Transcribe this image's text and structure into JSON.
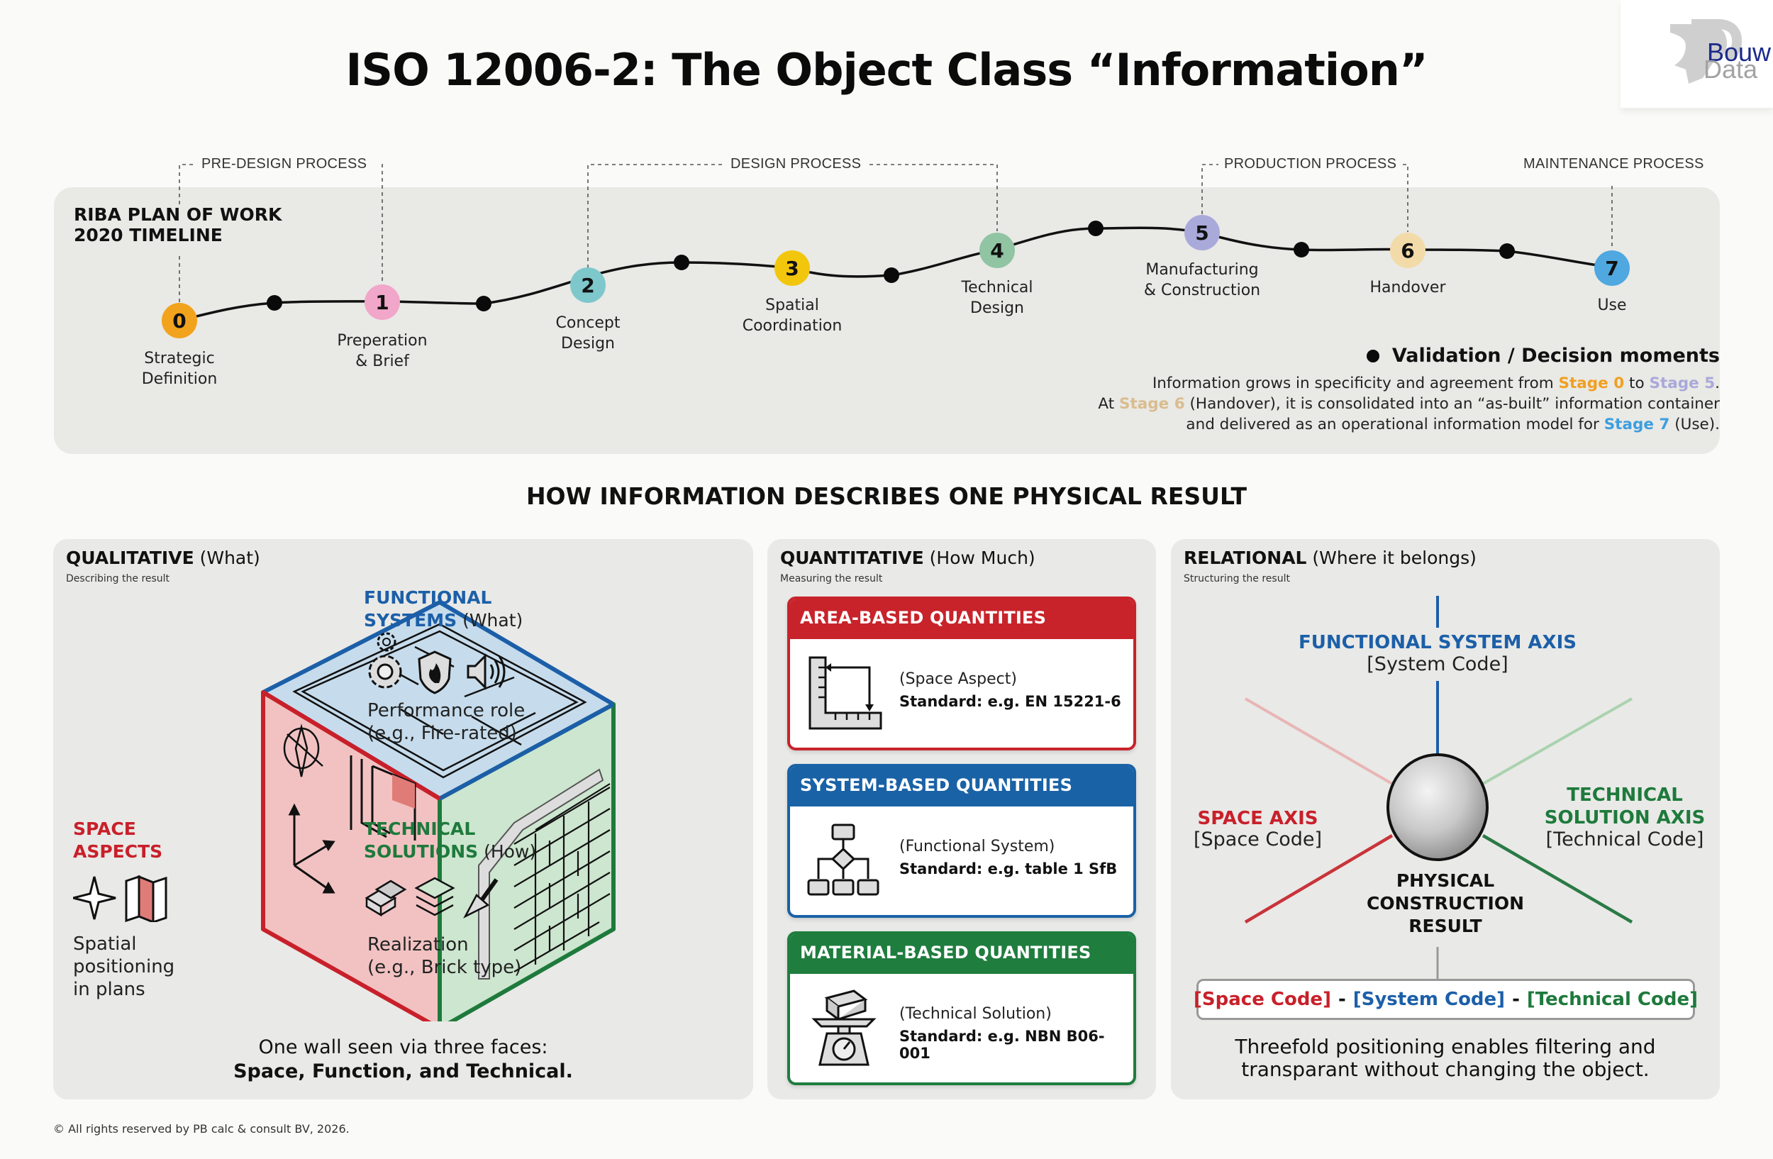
{
  "header": {
    "title": "ISO 12006-2: The Object Class “Information”",
    "logo": {
      "line1": "Bouw",
      "line2": "Data",
      "mark": "PB"
    }
  },
  "timeline": {
    "title_line1": "RIBA PLAN OF WORK",
    "title_line2": "2020 TIMELINE",
    "processes": [
      {
        "label": "PRE-DESIGN PROCESS",
        "from_stage": 0,
        "to_stage": 1
      },
      {
        "label": "DESIGN PROCESS",
        "from_stage": 2,
        "to_stage": 4
      },
      {
        "label": "PRODUCTION PROCESS",
        "from_stage": 5,
        "to_stage": 6
      },
      {
        "label": "MAINTENANCE PROCESS",
        "from_stage": 7,
        "to_stage": 7
      }
    ],
    "stages": [
      {
        "number": "0",
        "line1": "Strategic",
        "line2": "Definition",
        "color": "#f2a31d"
      },
      {
        "number": "1",
        "line1": "Preperation",
        "line2": "& Brief",
        "color": "#f1a7c9"
      },
      {
        "number": "2",
        "line1": "Concept",
        "line2": "Design",
        "color": "#7ec8cc"
      },
      {
        "number": "3",
        "line1": "Spatial",
        "line2": "Coordination",
        "color": "#f2c60c"
      },
      {
        "number": "4",
        "line1": "Technical",
        "line2": "Design",
        "color": "#90c4a2"
      },
      {
        "number": "5",
        "line1": "Manufacturing",
        "line2": "& Construction",
        "color": "#a9a9da"
      },
      {
        "number": "6",
        "line1": "Handover",
        "line2": "",
        "color": "#f2dba8"
      },
      {
        "number": "7",
        "line1": "Use",
        "line2": "",
        "color": "#4fa8df"
      }
    ],
    "legend": {
      "title": "Validation / Decision moments",
      "line1_a": "Information grows in specificity and agreement from ",
      "line1_s0": "Stage 0",
      "line1_b": " to ",
      "line1_s5": "Stage 5",
      "line1_c": ".",
      "line2_a": "At ",
      "line2_s6": "Stage 6",
      "line2_b": " (Handover), it is consolidated into an “as-built” information container",
      "line3_a": "and delivered as an operational information model for ",
      "line3_s7": "Stage 7",
      "line3_b": " (Use)."
    }
  },
  "section": {
    "heading": "HOW INFORMATION DESCRIBES ONE PHYSICAL RESULT"
  },
  "qualitative": {
    "title_bold": "QUALITATIVE",
    "title_paren": " (What)",
    "subtitle": "Describing the result",
    "functional": {
      "head1": "FUNCTIONAL",
      "head2": "SYSTEMS",
      "paren": " (What)",
      "text1": "Performance role",
      "text2": "(e.g., Fire-rated)",
      "icons": [
        "gear-icon",
        "fire-shield-icon",
        "speaker-icon"
      ]
    },
    "space": {
      "head1": "SPACE",
      "head2": "ASPECTS",
      "text1": "Spatial",
      "text2": "positioning",
      "text3": "in plans",
      "icons": [
        "compass-star-icon",
        "folded-map-icon"
      ]
    },
    "technical": {
      "head1": "TECHNICAL",
      "head2": "SOLUTIONS",
      "paren": " (How)",
      "text1": "Realization",
      "text2": "(e.g., Brick type)",
      "icons": [
        "bricks-icon",
        "layers-icon",
        "trowel-icon"
      ]
    },
    "caption_line1": "One wall seen via three faces:",
    "caption_line2": "Space, Function, and Technical.",
    "colors": {
      "space": "#c8202a",
      "functional": "#1c5fa8",
      "technical": "#1e7a3c"
    }
  },
  "quantitative": {
    "title_bold": "QUANTITATIVE",
    "title_paren": " (How Much)",
    "subtitle": "Measuring the result",
    "cards": [
      {
        "header": "AREA-BASED QUANTITIES",
        "aspect": "(Space Aspect)",
        "standard": "Standard: e.g. EN 15221-6",
        "color": "#c8232b",
        "icon": "ruler-square-icon"
      },
      {
        "header": "SYSTEM-BASED QUANTITIES",
        "aspect": "(Functional System)",
        "standard": "Standard: e.g. table 1 SfB",
        "color": "#1a62a6",
        "icon": "flowchart-icon"
      },
      {
        "header": "MATERIAL-BASED QUANTITIES",
        "aspect": "(Technical Solution)",
        "standard": "Standard: e.g. NBN B06-001",
        "color": "#1f7d3e",
        "icon": "scale-brick-icon"
      }
    ]
  },
  "relational": {
    "title_bold": "RELATIONAL",
    "title_paren": " (Where it belongs)",
    "subtitle": "Structuring the result",
    "functional_axis": {
      "label": "FUNCTIONAL SYSTEM AXIS",
      "code": "[System Code]"
    },
    "space_axis": {
      "label": "SPACE AXIS",
      "code": "[Space Code]"
    },
    "technical_axis": {
      "label1": "TECHNICAL",
      "label2": "SOLUTION AXIS",
      "code": "[Technical Code]"
    },
    "center_label": [
      "PHYSICAL",
      "CONSTRUCTION",
      "RESULT"
    ],
    "code_string": {
      "space": "[Space Code]",
      "sep": "-",
      "system": "[System Code]",
      "technical": "[Technical Code]"
    },
    "caption_line1": "Threefold positioning enables filtering and",
    "caption_line2": "transparant without changing the object."
  },
  "footer": {
    "text": "© All rights reserved by PB calc & consult BV, 2026."
  }
}
